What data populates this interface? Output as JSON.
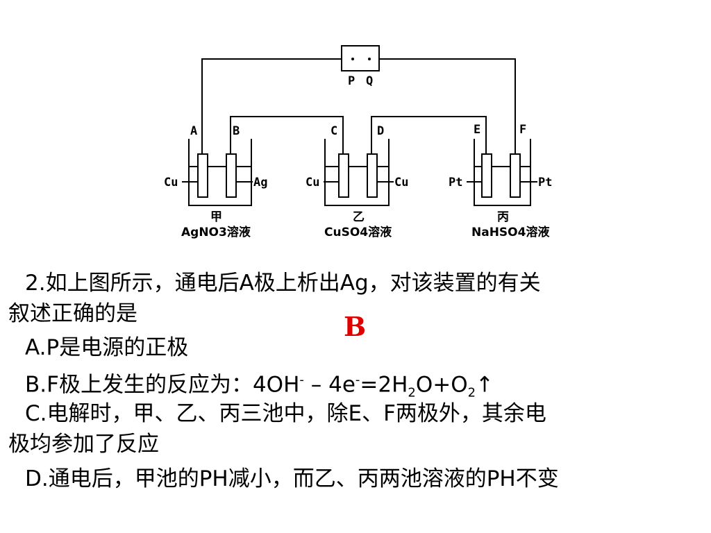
{
  "diagram": {
    "power_terminals": [
      "P",
      "Q"
    ],
    "electrode_letters": [
      "A",
      "B",
      "C",
      "D",
      "E",
      "F"
    ],
    "cells": [
      {
        "name": "甲",
        "solution": "AgNO3溶液",
        "left_electrode": "Cu",
        "right_electrode": "Ag"
      },
      {
        "name": "乙",
        "solution": "CuSO4溶液",
        "left_electrode": "Cu",
        "right_electrode": "Cu"
      },
      {
        "name": "丙",
        "solution": "NaHSO4溶液",
        "left_electrode": "Pt",
        "right_electrode": "Pt"
      }
    ]
  },
  "question": {
    "stem_line1": "2.如上图所示，通电后A极上析出Ag，对该装置的有关",
    "stem_line2": "叙述正确的是",
    "answer": "B",
    "option_a": "A.P是电源的正极",
    "option_b": {
      "prefix": "B.F极上发生的反应为：4OH",
      "sup1": "-",
      "mid": " – 4e",
      "sup2": "-",
      "eq": "=2H",
      "sub1": "2",
      "o_plus": "O+O",
      "sub2": "2",
      "arrow": "↑"
    },
    "option_c_line1": "C.电解时，甲、乙、丙三池中，除E、F两极外，其余电",
    "option_c_line2": "极均参加了反应",
    "option_d": "D.通电后，甲池的PH减小，而乙、丙两池溶液的PH不变"
  }
}
